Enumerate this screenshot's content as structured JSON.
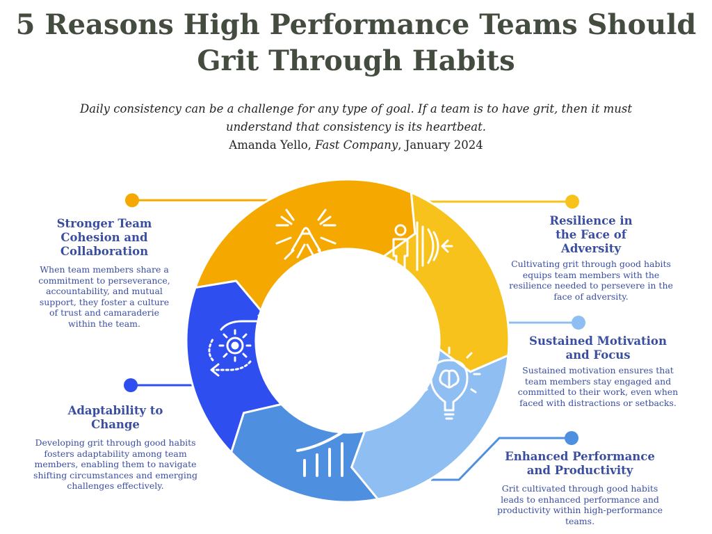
{
  "title": {
    "line1": "5 Reasons High Performance Teams Should",
    "line2": "Grit Through Habits"
  },
  "quote": {
    "text_line1": "Daily consistency can be a challenge for any type of goal. If a team is to have grit, then it must",
    "text_line2": "understand that consistency is its heartbeat.",
    "author": "Amanda Yello, ",
    "publication": "Fast Company",
    "date": ", January 2024"
  },
  "reasons": [
    {
      "heading": "Stronger Team Cohesion and Collaboration",
      "body": "When team members share a commitment to perseverance, accountability, and mutual support, they foster a culture of trust and camaraderie within the team.",
      "color": "#f5a900",
      "icon": "hands-together-icon"
    },
    {
      "heading": "Resilience in the Face of Adversity",
      "body": "Cultivating grit through good habits equips team members with the resilience needed to persevere in the face of adversity.",
      "color": "#f7c21c",
      "icon": "person-shield-icon"
    },
    {
      "heading": "Sustained Motivation and Focus",
      "body": "Sustained motivation ensures that team members stay engaged and committed to their work, even when faced with distractions or setbacks.",
      "color": "#8fbef2",
      "icon": "lightbulb-brain-icon"
    },
    {
      "heading": "Enhanced Performance and Productivity",
      "body": "Grit cultivated through good habits leads to enhanced performance and productivity within high-performance teams.",
      "color": "#4f8fe0",
      "icon": "growth-chart-icon"
    },
    {
      "heading": "Adaptability to Change",
      "body": "Developing grit through good habits fosters adaptability among team members, enabling them to navigate shifting circumstances and emerging challenges effectively.",
      "color": "#2f4ef0",
      "icon": "gear-cycle-icon"
    }
  ]
}
